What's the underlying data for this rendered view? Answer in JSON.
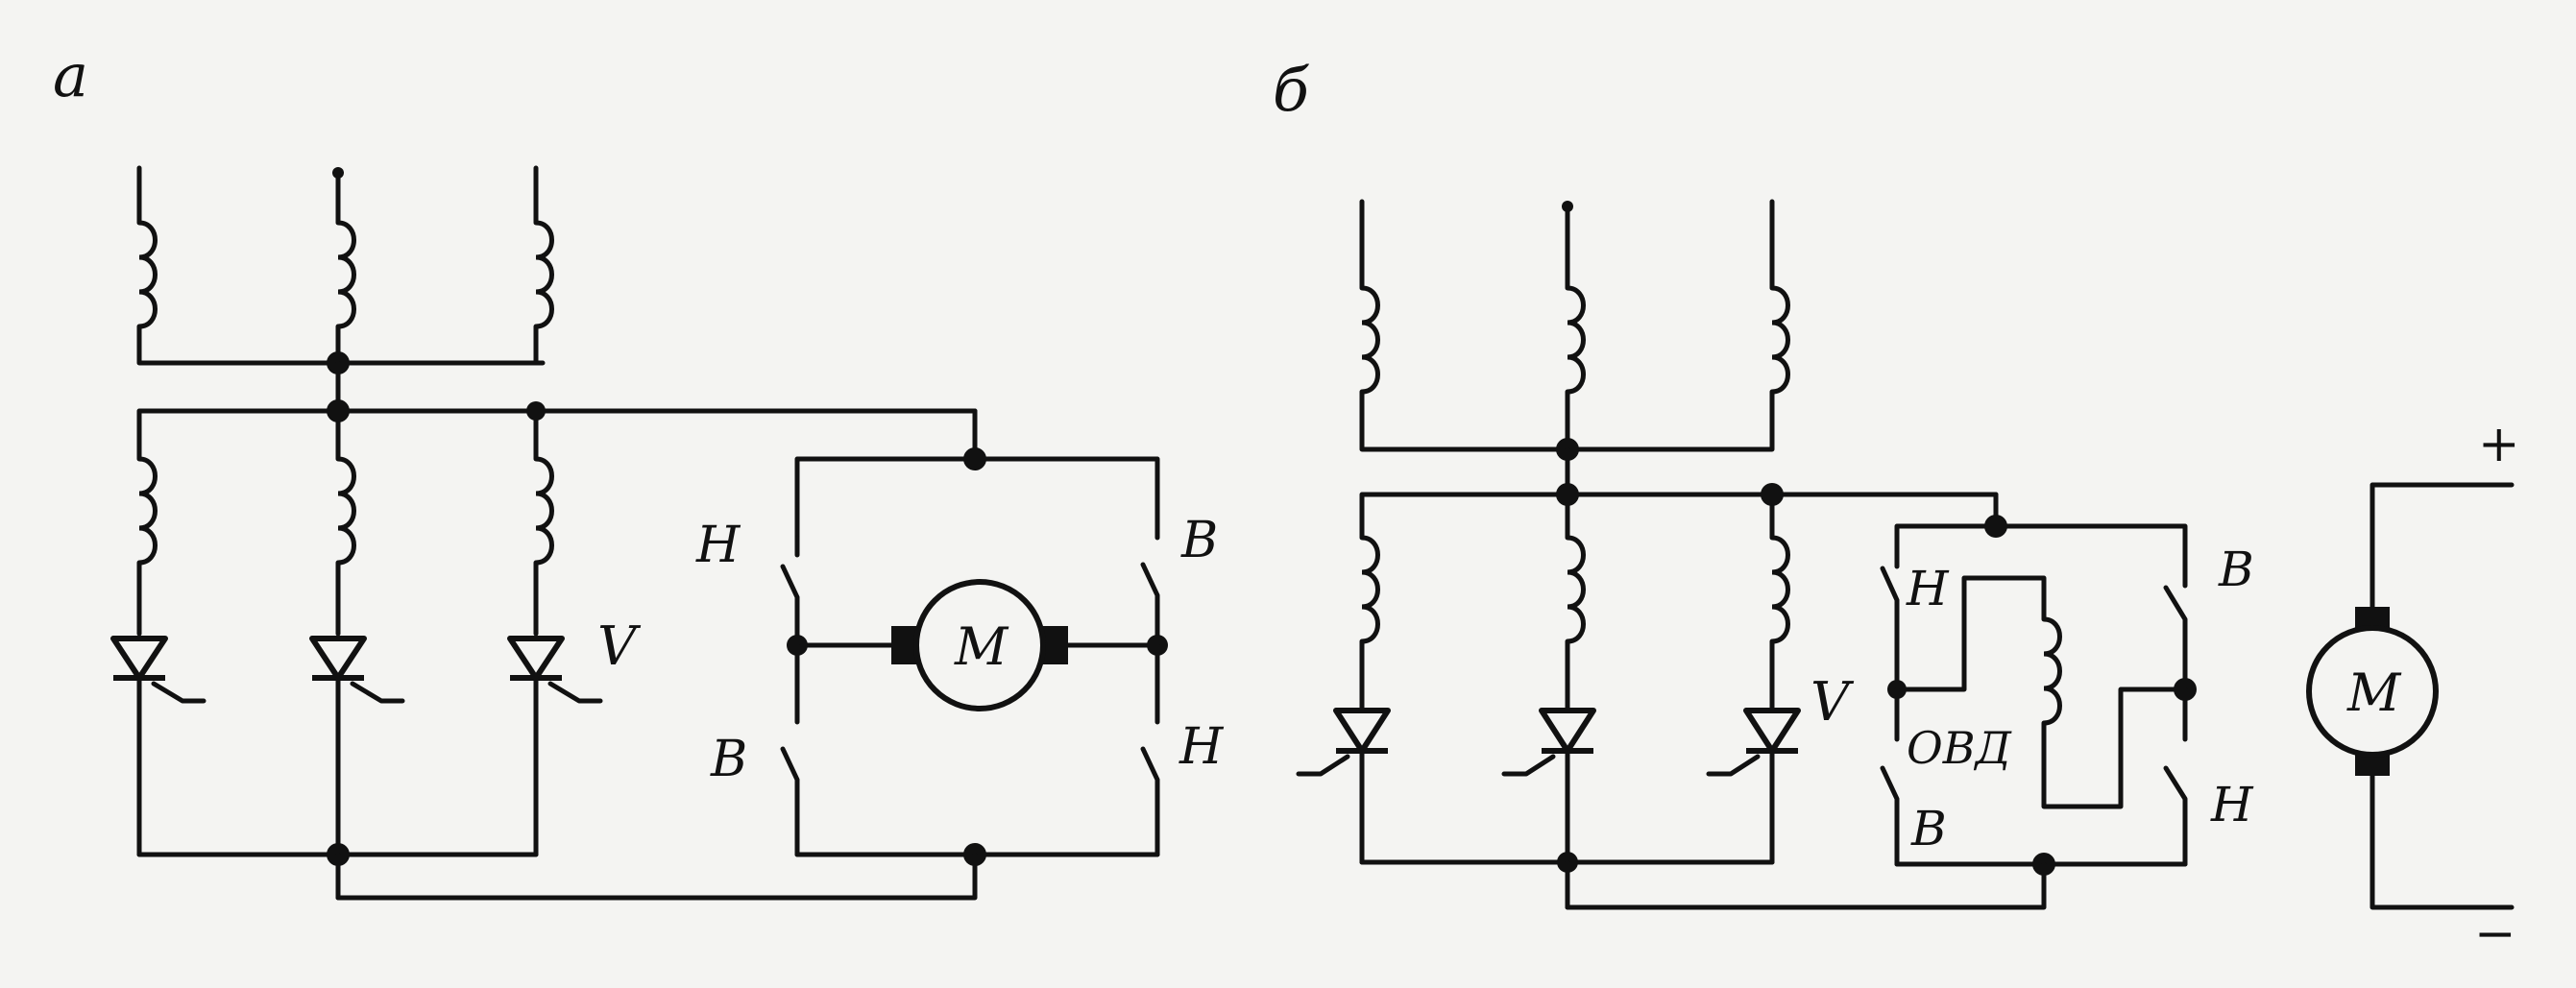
{
  "figure": {
    "panel_a": {
      "label": "а",
      "switch_labels": {
        "top_left": "Н",
        "top_right": "В",
        "bottom_left": "В",
        "bottom_right": "Н"
      },
      "thyristor_label": "V",
      "motor_label": "М"
    },
    "panel_b": {
      "label": "б",
      "switch_labels": {
        "top_left": "Н",
        "top_right": "В",
        "bottom_left": "В",
        "bottom_right": "Н"
      },
      "thyristor_label": "V",
      "field_winding_label": "ОВД",
      "motor_label": "М",
      "plus_label": "+",
      "minus_label": "−"
    }
  },
  "colors": {
    "ink": "#111111",
    "paper": "#f4f4f2"
  },
  "icons": [
    "inductor-coil-icon",
    "thyristor-icon",
    "switch-contact-icon",
    "motor-icon",
    "junction-dot-icon"
  ]
}
